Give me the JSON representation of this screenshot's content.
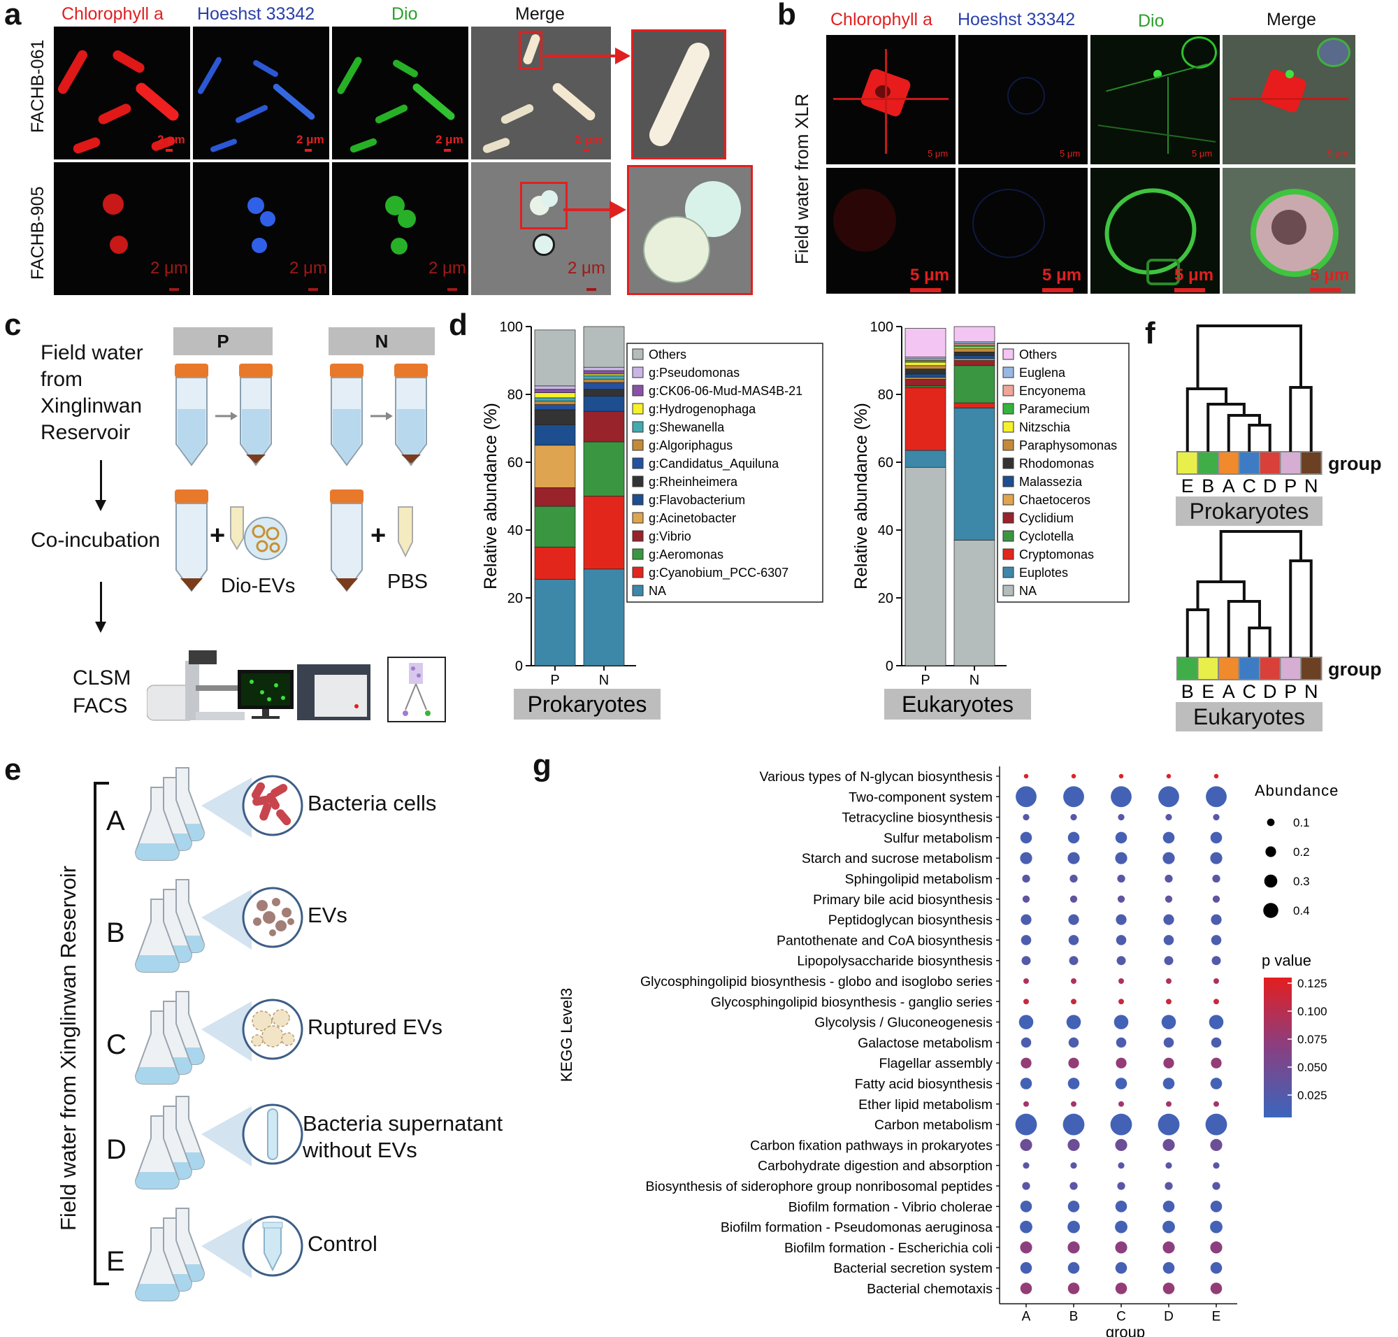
{
  "panel_a": {
    "label": "a",
    "channels": [
      "Chlorophyll a",
      "Hoeshst 33342",
      "Dio",
      "Merge"
    ],
    "rows": [
      "FACHB-061",
      "FACHB-905"
    ],
    "scale_label": "2 μm"
  },
  "panel_b": {
    "label": "b",
    "channels": [
      "Chlorophyll a",
      "Hoeshst 33342",
      "Dio",
      "Merge"
    ],
    "row_label": "Field water from XLR",
    "scale_label": "5 μm"
  },
  "panel_c": {
    "label": "c",
    "source": [
      "Field water",
      "from",
      "Xinglinwan",
      "Reservoir"
    ],
    "groups": [
      "P",
      "N"
    ],
    "step2": "Co-incubation",
    "plus": "+",
    "reagent_p": "Dio-EVs",
    "reagent_n": "PBS",
    "step3": [
      "CLSM",
      "FACS"
    ]
  },
  "panel_d": {
    "label": "d",
    "ylabel": "Relative abundance (%)",
    "yticks": [
      "0",
      "20",
      "40",
      "60",
      "80",
      "100"
    ]
  },
  "panel_e": {
    "label": "e",
    "vertical_label": "Field water from Xinglinwan Reservoir",
    "groups": [
      {
        "letter": "A",
        "desc": "Bacteria cells"
      },
      {
        "letter": "B",
        "desc": "EVs"
      },
      {
        "letter": "C",
        "desc": "Ruptured EVs"
      },
      {
        "letter": "D",
        "desc": "Bacteria supernatant",
        "desc2": "without EVs"
      },
      {
        "letter": "E",
        "desc": "Control"
      }
    ]
  },
  "panel_f": {
    "label": "f",
    "group_word": "group",
    "prok": {
      "order": [
        "E",
        "B",
        "A",
        "C",
        "D",
        "P",
        "N"
      ],
      "title": "Prokaryotes"
    },
    "euk": {
      "order": [
        "B",
        "E",
        "A",
        "C",
        "D",
        "P",
        "N"
      ],
      "title": "Eukaryotes"
    },
    "group_colors": {
      "E": "#e9ef4a",
      "B": "#3fae49",
      "A": "#f08a2c",
      "C": "#3d7cc4",
      "D": "#d94039",
      "P": "#d6aed3",
      "N": "#6b4023"
    }
  },
  "chart_data": [
    {
      "type": "bar",
      "stacked": true,
      "title": "Prokaryotes",
      "categories": [
        "P",
        "N"
      ],
      "ylabel": "Relative abundance (%)",
      "ylim": [
        0,
        100
      ],
      "series": [
        {
          "name": "NA",
          "color": "#3d87a8",
          "values": [
            25.5,
            28.5
          ]
        },
        {
          "name": "g:Cyanobium_PCC-6307",
          "color": "#e2261c",
          "values": [
            9.5,
            21.5
          ]
        },
        {
          "name": "g:Aeromonas",
          "color": "#3a9640",
          "values": [
            12,
            16
          ]
        },
        {
          "name": "g:Vibrio",
          "color": "#98232b",
          "values": [
            5.5,
            9
          ]
        },
        {
          "name": "g:Acinetobacter",
          "color": "#dea44f",
          "values": [
            12.5,
            0
          ]
        },
        {
          "name": "g:Flavobacterium",
          "color": "#1c4e90",
          "values": [
            6,
            4.5
          ]
        },
        {
          "name": "g:Rheinheimera",
          "color": "#333333",
          "values": [
            4.5,
            2
          ]
        },
        {
          "name": "g:Candidatus_Aquiluna",
          "color": "#2452a1",
          "values": [
            1.5,
            2
          ]
        },
        {
          "name": "g:Algoriphagus",
          "color": "#c48a3a",
          "values": [
            1,
            1
          ]
        },
        {
          "name": "g:Shewanella",
          "color": "#44aab0",
          "values": [
            1,
            1
          ]
        },
        {
          "name": "g:Hydrogenophaga",
          "color": "#f6f12a",
          "values": [
            1.5,
            0.5
          ]
        },
        {
          "name": "g:CK06-06-Mud-MAS4B-21",
          "color": "#8852a8",
          "values": [
            1,
            1
          ]
        },
        {
          "name": "g:Pseudomonas",
          "color": "#c9b6e6",
          "values": [
            1,
            1
          ]
        },
        {
          "name": "Others",
          "color": "#b4bcbc",
          "values": [
            16.5,
            12
          ]
        }
      ]
    },
    {
      "type": "bar",
      "stacked": true,
      "title": "Eukaryotes",
      "categories": [
        "P",
        "N"
      ],
      "ylabel": "Relative abundance (%)",
      "ylim": [
        0,
        100
      ],
      "series": [
        {
          "name": "NA",
          "color": "#b4bcbc",
          "values": [
            58.5,
            37
          ]
        },
        {
          "name": "Euplotes",
          "color": "#3d87a8",
          "values": [
            5,
            39
          ]
        },
        {
          "name": "Cryptomonas",
          "color": "#e2261c",
          "values": [
            18.5,
            1.5
          ]
        },
        {
          "name": "Cyclotella",
          "color": "#3a9640",
          "values": [
            0.5,
            11
          ]
        },
        {
          "name": "Cyclidium",
          "color": "#98232b",
          "values": [
            2,
            1.5
          ]
        },
        {
          "name": "Chaetoceros",
          "color": "#dea44f",
          "values": [
            0.5,
            0.5
          ]
        },
        {
          "name": "Malassezia",
          "color": "#1c4e90",
          "values": [
            1,
            1
          ]
        },
        {
          "name": "Rhodomonas",
          "color": "#333333",
          "values": [
            1.5,
            1
          ]
        },
        {
          "name": "Paraphysomonas",
          "color": "#c48a3a",
          "values": [
            1,
            1
          ]
        },
        {
          "name": "Nitzschia",
          "color": "#f6f12a",
          "values": [
            1,
            0.5
          ]
        },
        {
          "name": "Paramecium",
          "color": "#35b33d",
          "values": [
            0.5,
            0.5
          ]
        },
        {
          "name": "Encyonema",
          "color": "#f0a598",
          "values": [
            0.5,
            0.5
          ]
        },
        {
          "name": "Euglena",
          "color": "#98b8e4",
          "values": [
            0.5,
            0.5
          ]
        },
        {
          "name": "Others",
          "color": "#f2c5f2",
          "values": [
            8.5,
            4.5
          ]
        }
      ]
    },
    {
      "type": "scatter",
      "title": "",
      "xlabel": "group",
      "ylabel": "KEGG  Level3",
      "categories_x": [
        "A",
        "B",
        "C",
        "D",
        "E"
      ],
      "size_legend_title": "Abundance",
      "size_legend": [
        0.1,
        0.2,
        0.3,
        0.4
      ],
      "color_legend_title": "p  value",
      "color_legend_ticks": [
        "0.125",
        "0.100",
        "0.075",
        "0.050",
        "0.025"
      ],
      "color_range": [
        0.005,
        0.13
      ],
      "rows": [
        {
          "name": "Various types of N-glycan biosynthesis",
          "size": 0.02,
          "p": 0.125
        },
        {
          "name": "Two-component system",
          "size": 0.42,
          "p": 0.012
        },
        {
          "name": "Tetracycline biosynthesis",
          "size": 0.04,
          "p": 0.03
        },
        {
          "name": "Sulfur metabolism",
          "size": 0.13,
          "p": 0.015
        },
        {
          "name": "Starch and sucrose metabolism",
          "size": 0.14,
          "p": 0.018
        },
        {
          "name": "Sphingolipid metabolism",
          "size": 0.06,
          "p": 0.03
        },
        {
          "name": "Primary bile acid biosynthesis",
          "size": 0.05,
          "p": 0.035
        },
        {
          "name": "Peptidoglycan biosynthesis",
          "size": 0.11,
          "p": 0.02
        },
        {
          "name": "Pantothenate and CoA biosynthesis",
          "size": 0.1,
          "p": 0.02
        },
        {
          "name": "Lipopolysaccharide biosynthesis",
          "size": 0.08,
          "p": 0.025
        },
        {
          "name": "Glycosphingolipid biosynthesis - globo and isoglobo series",
          "size": 0.03,
          "p": 0.095
        },
        {
          "name": "Glycosphingolipid biosynthesis - ganglio series",
          "size": 0.03,
          "p": 0.11
        },
        {
          "name": "Glycolysis / Gluconeogenesis",
          "size": 0.2,
          "p": 0.012
        },
        {
          "name": "Galactose metabolism",
          "size": 0.1,
          "p": 0.02
        },
        {
          "name": "Flagellar assembly",
          "size": 0.11,
          "p": 0.075
        },
        {
          "name": "Fatty acid biosynthesis",
          "size": 0.13,
          "p": 0.012
        },
        {
          "name": "Ether lipid metabolism",
          "size": 0.03,
          "p": 0.085
        },
        {
          "name": "Carbon metabolism",
          "size": 0.45,
          "p": 0.012
        },
        {
          "name": "Carbon fixation pathways in prokaryotes",
          "size": 0.14,
          "p": 0.045
        },
        {
          "name": "Carbohydrate digestion and absorption",
          "size": 0.04,
          "p": 0.03
        },
        {
          "name": "Biosynthesis of siderophore group nonribosomal peptides",
          "size": 0.06,
          "p": 0.03
        },
        {
          "name": "Biofilm formation - Vibrio cholerae",
          "size": 0.13,
          "p": 0.015
        },
        {
          "name": "Biofilm formation - Pseudomonas aeruginosa",
          "size": 0.15,
          "p": 0.012
        },
        {
          "name": "Biofilm formation - Escherichia coli",
          "size": 0.14,
          "p": 0.07
        },
        {
          "name": "Bacterial secretion system",
          "size": 0.13,
          "p": 0.015
        },
        {
          "name": "Bacterial chemotaxis",
          "size": 0.13,
          "p": 0.075
        }
      ]
    }
  ]
}
